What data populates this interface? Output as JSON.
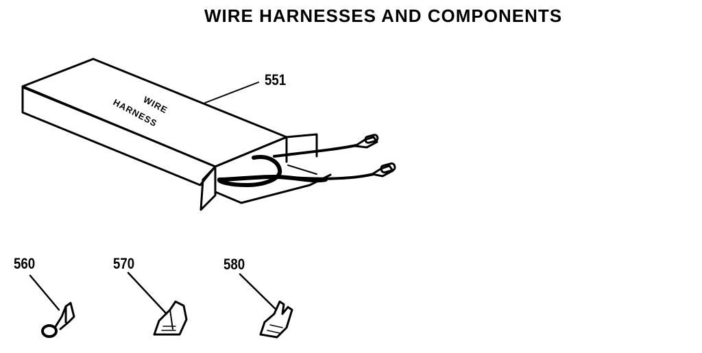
{
  "title": "WIRE HARNESSES AND COMPONENTS",
  "parts": [
    {
      "id": "551",
      "label": "551",
      "name": "wire harness box",
      "box_text_line1": "WIRE",
      "box_text_line2": "HARNESS"
    },
    {
      "id": "560",
      "label": "560",
      "name": "ring terminal"
    },
    {
      "id": "570",
      "label": "570",
      "name": "flag terminal"
    },
    {
      "id": "580",
      "label": "580",
      "name": "quick-disconnect terminal"
    }
  ],
  "colors": {
    "ink": "#000000",
    "paper": "#ffffff"
  }
}
